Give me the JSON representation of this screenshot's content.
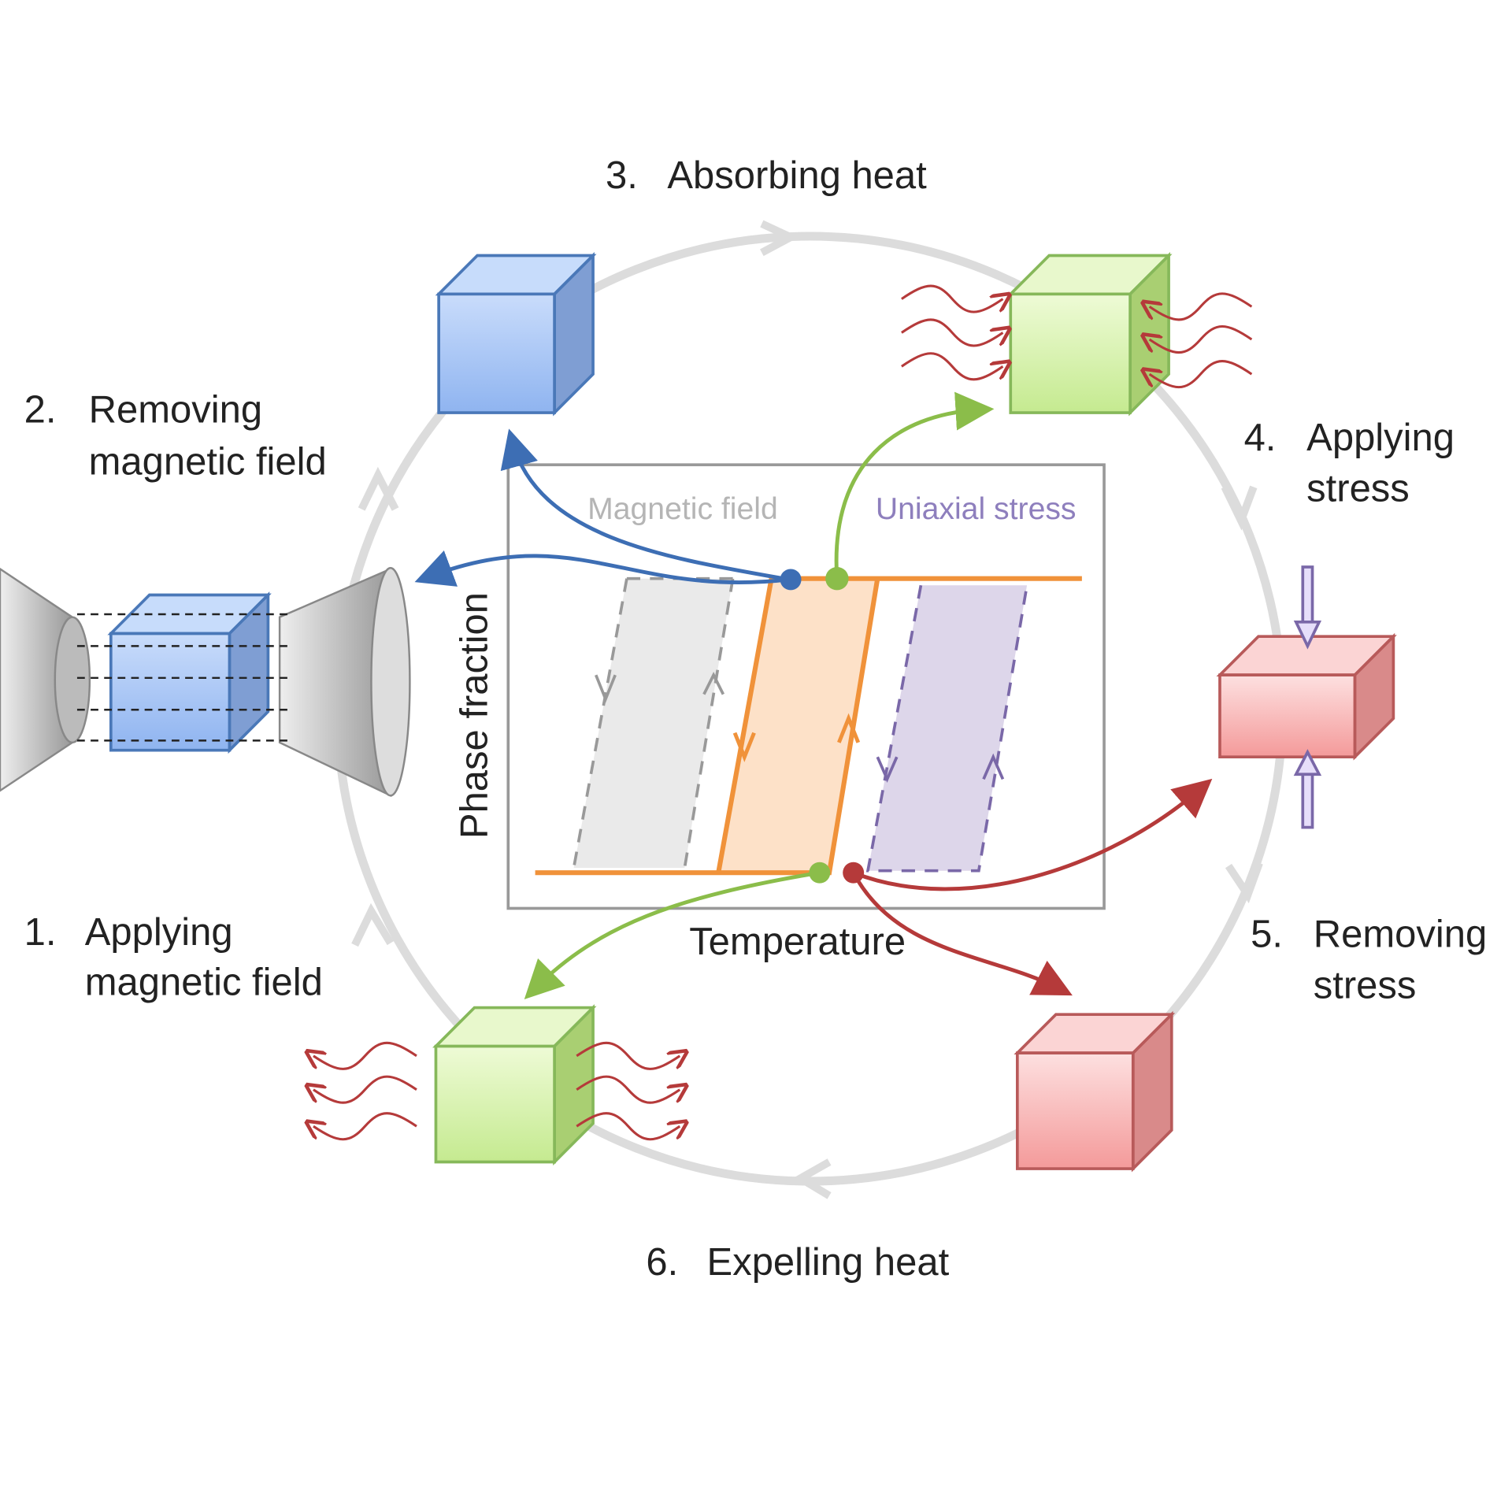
{
  "steps": [
    {
      "number": "1.",
      "lines": [
        "Applying",
        "magnetic field"
      ]
    },
    {
      "number": "2.",
      "lines": [
        "Removing",
        "magnetic field"
      ]
    },
    {
      "number": "3.",
      "lines": [
        "Absorbing heat"
      ]
    },
    {
      "number": "4.",
      "lines": [
        "Applying",
        "stress"
      ]
    },
    {
      "number": "5.",
      "lines": [
        "Removing",
        "stress"
      ]
    },
    {
      "number": "6.",
      "lines": [
        "Expelling heat"
      ]
    }
  ],
  "graph": {
    "xlabel": "Temperature",
    "ylabel": "Phase fraction",
    "legend_magnetic": "Magnetic field",
    "legend_stress": "Uniaxial stress"
  },
  "colors": {
    "blue": "#3d6eb4",
    "green": "#8bbd4a",
    "red": "#b53a3a",
    "orange": "#f0923a",
    "purple": "#7a68a8",
    "gray": "#999999"
  }
}
